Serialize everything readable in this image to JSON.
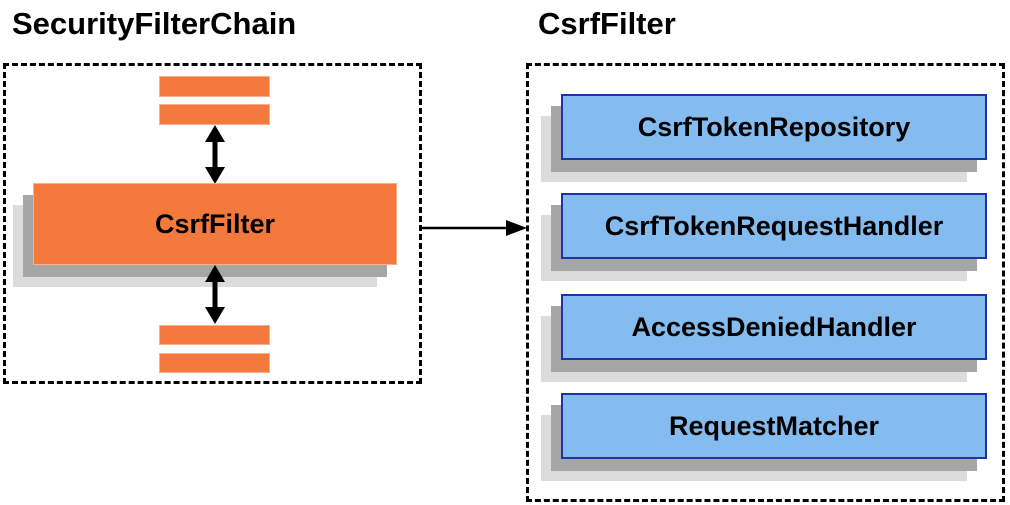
{
  "left_panel": {
    "title": "SecurityFilterChain",
    "filter_label": "CsrfFilter"
  },
  "right_panel": {
    "title": "CsrfFilter",
    "components": [
      "CsrfTokenRepository",
      "CsrfTokenRequestHandler",
      "AccessDeniedHandler",
      "RequestMatcher"
    ]
  },
  "colors": {
    "orange_fill": "#F4793C",
    "orange_border": "#F9B084",
    "blue_fill": "#85BCF0",
    "blue_border": "#1F33A8",
    "shadow_dark": "#A6A6A6",
    "shadow_light": "#DCDCDC",
    "line_black": "#000000"
  }
}
